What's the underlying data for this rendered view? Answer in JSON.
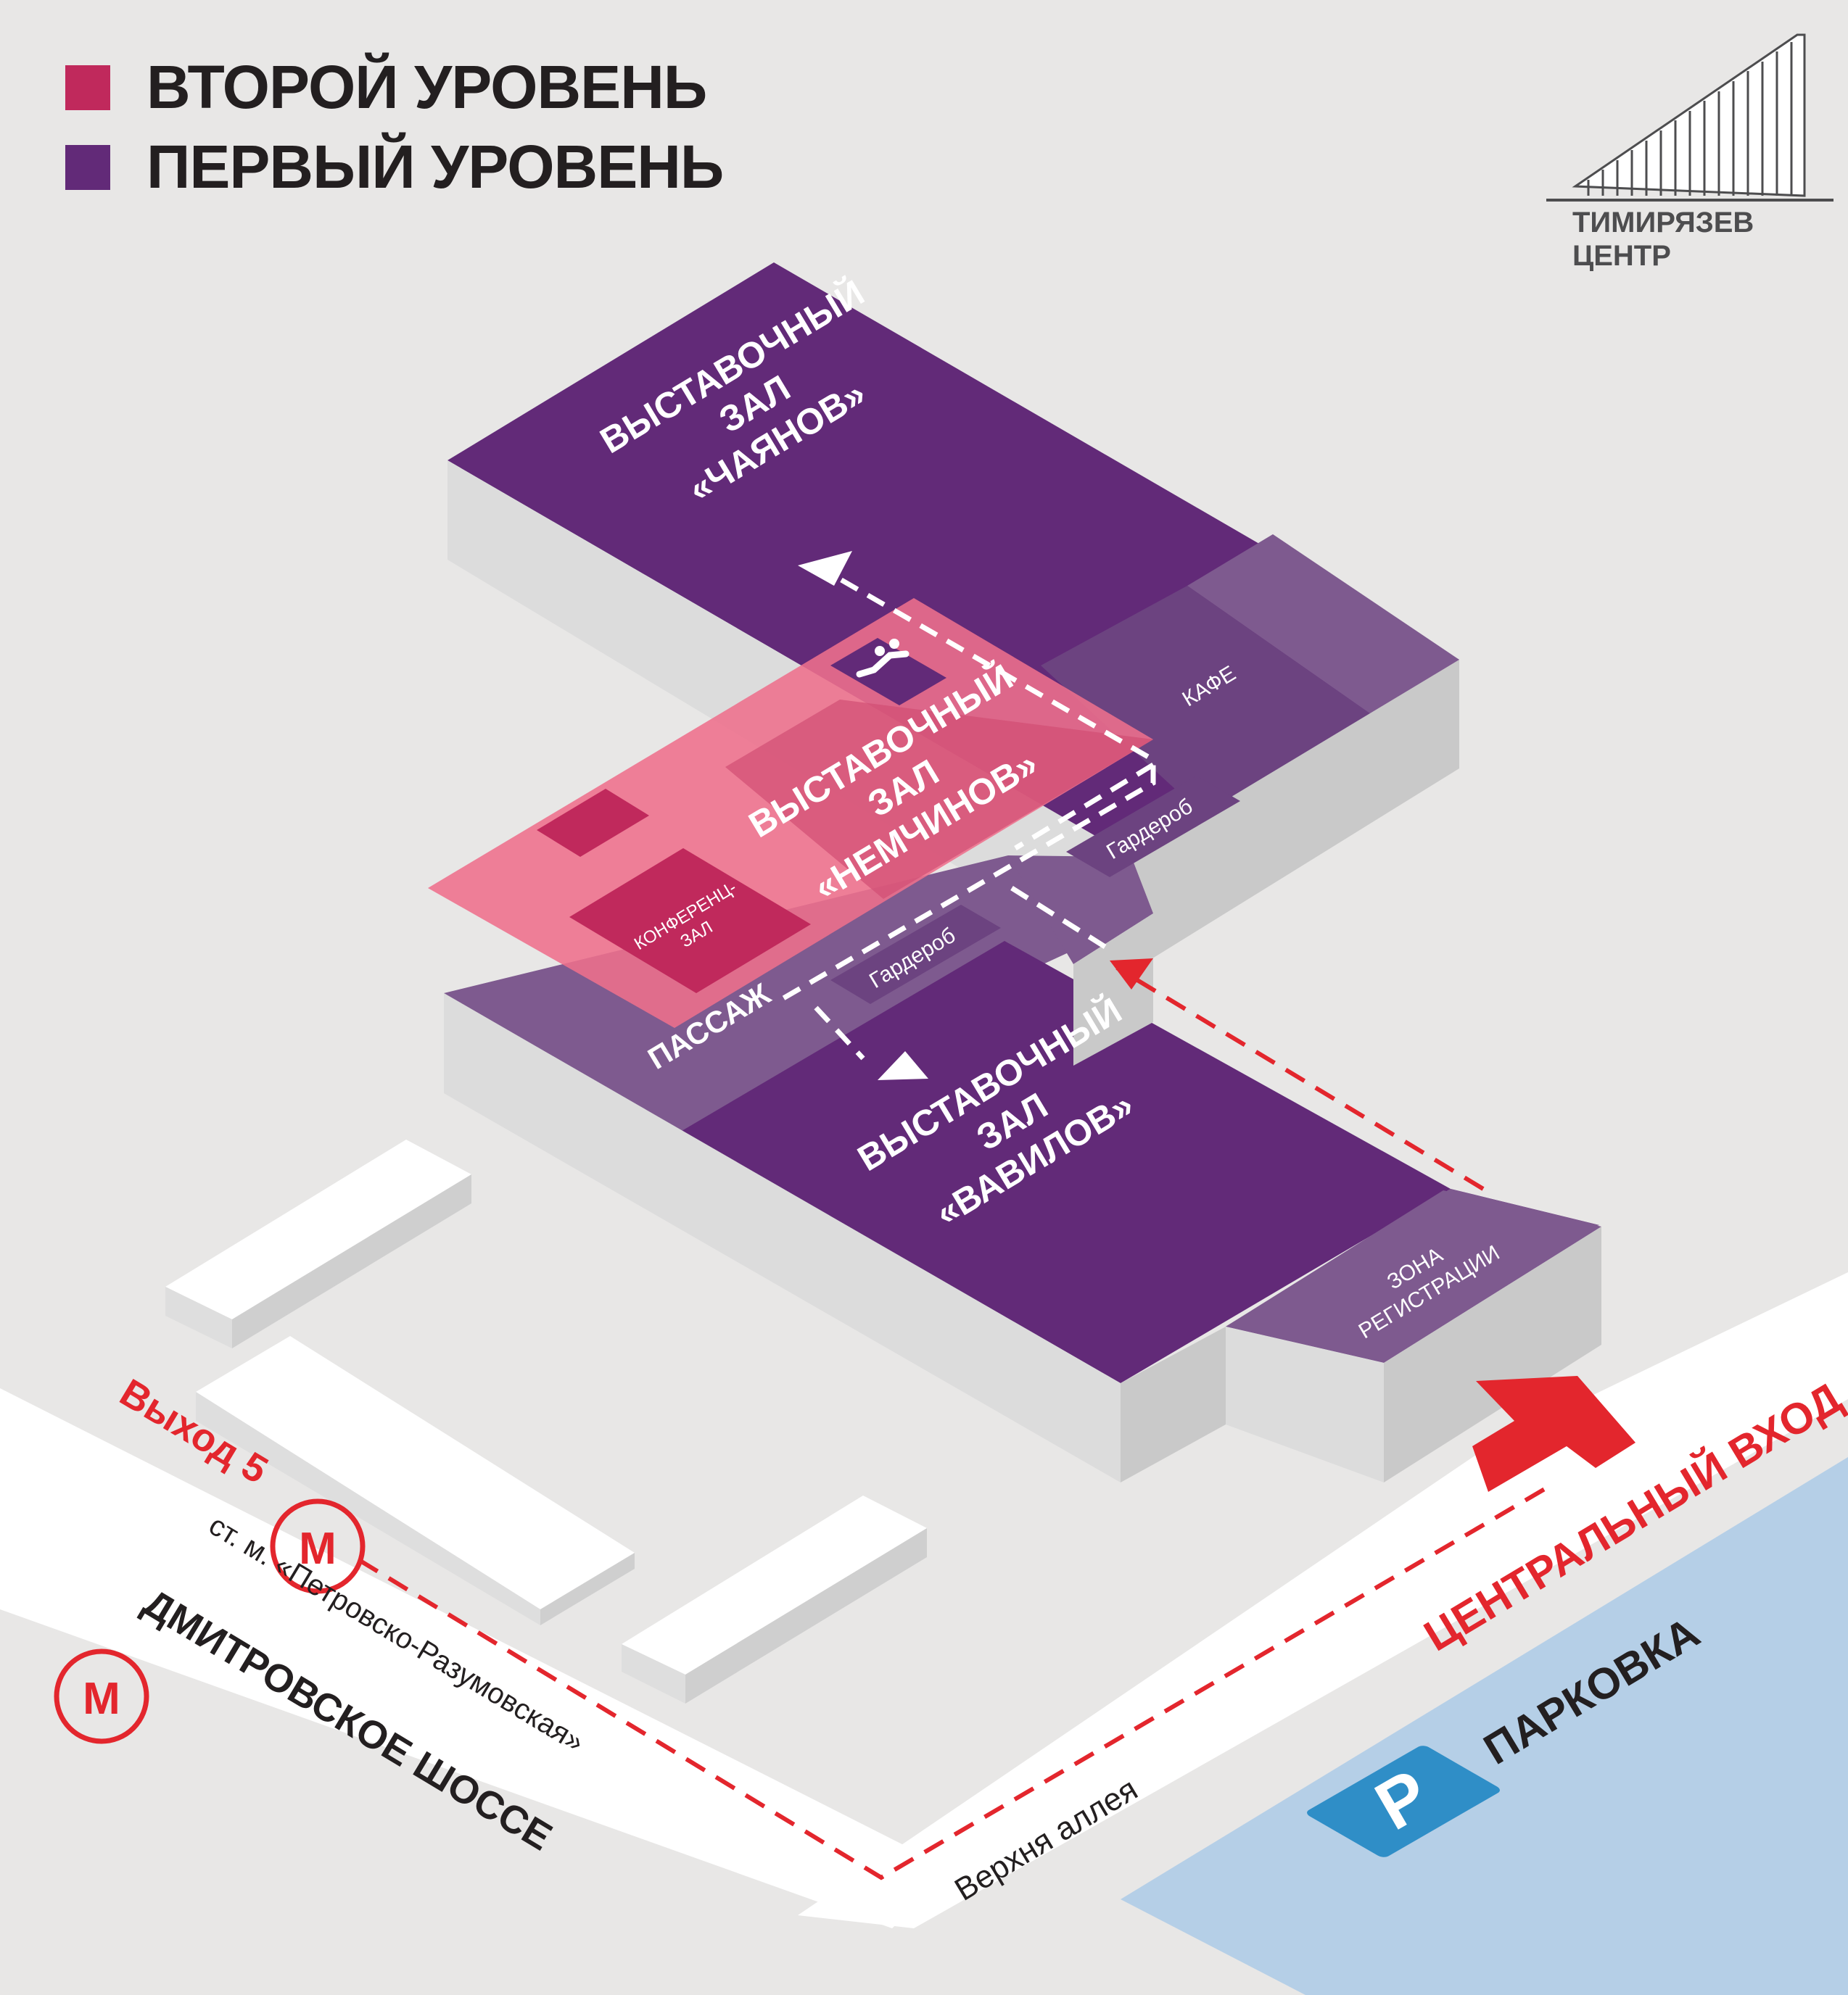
{
  "legend": {
    "items": [
      {
        "label": "ВТОРОЙ УРОВЕНЬ",
        "color": "#c0295c"
      },
      {
        "label": "ПЕРВЫЙ УРОВЕНЬ",
        "color": "#622a78"
      }
    ]
  },
  "logo": {
    "line1": "ТИМИРЯЗЕВ",
    "line2": "ЦЕНТР"
  },
  "halls": {
    "chayanov": {
      "line1": "ВЫСТАВОЧНЫЙ",
      "line2": "ЗАЛ",
      "line3": "«ЧАЯНОВ»"
    },
    "nemchinov": {
      "line1": "ВЫСТАВОЧНЫЙ",
      "line2": "ЗАЛ",
      "line3": "«НЕМЧИНОВ»"
    },
    "vavilov": {
      "line1": "ВЫСТАВОЧНЫЙ",
      "line2": "ЗАЛ",
      "line3": "«ВАВИЛОВ»"
    }
  },
  "rooms": {
    "cafe": "КАФЕ",
    "conference_line1": "КОНФЕРЕНЦ-",
    "conference_line2": "ЗАЛ",
    "wardrobe_upper": "Гардероб",
    "wardrobe_lower": "Гардероб",
    "passage": "ПАССАЖ",
    "registration_line1": "ЗОНА",
    "registration_line2": "РЕГИСТРАЦИИ"
  },
  "streets": {
    "exit": "Выход 5",
    "metro_station": "ст. м. «Петровско-Разумовская»",
    "highway": "ДМИТРОВСКОЕ ШОССЕ",
    "alley": "Верхня аллея",
    "main_entrance": "ЦЕНТРАЛЬНЫЙ ВХОД",
    "parking": "ПАРКОВКА",
    "parking_sign": "P",
    "metro_sign": "М"
  },
  "colors": {
    "background": "#e8e7e6",
    "first_level": "#622a78",
    "first_level_light": "#7e5a8f",
    "second_level": "#c0295c",
    "second_level_overlay": "#ee6f8c",
    "route": "#e3262d",
    "parking_area": "#b5cfe7",
    "parking_badge": "#2f8ec7"
  },
  "icons": [
    "escalator-icon",
    "metro-icon",
    "parking-icon",
    "logo-icon"
  ]
}
